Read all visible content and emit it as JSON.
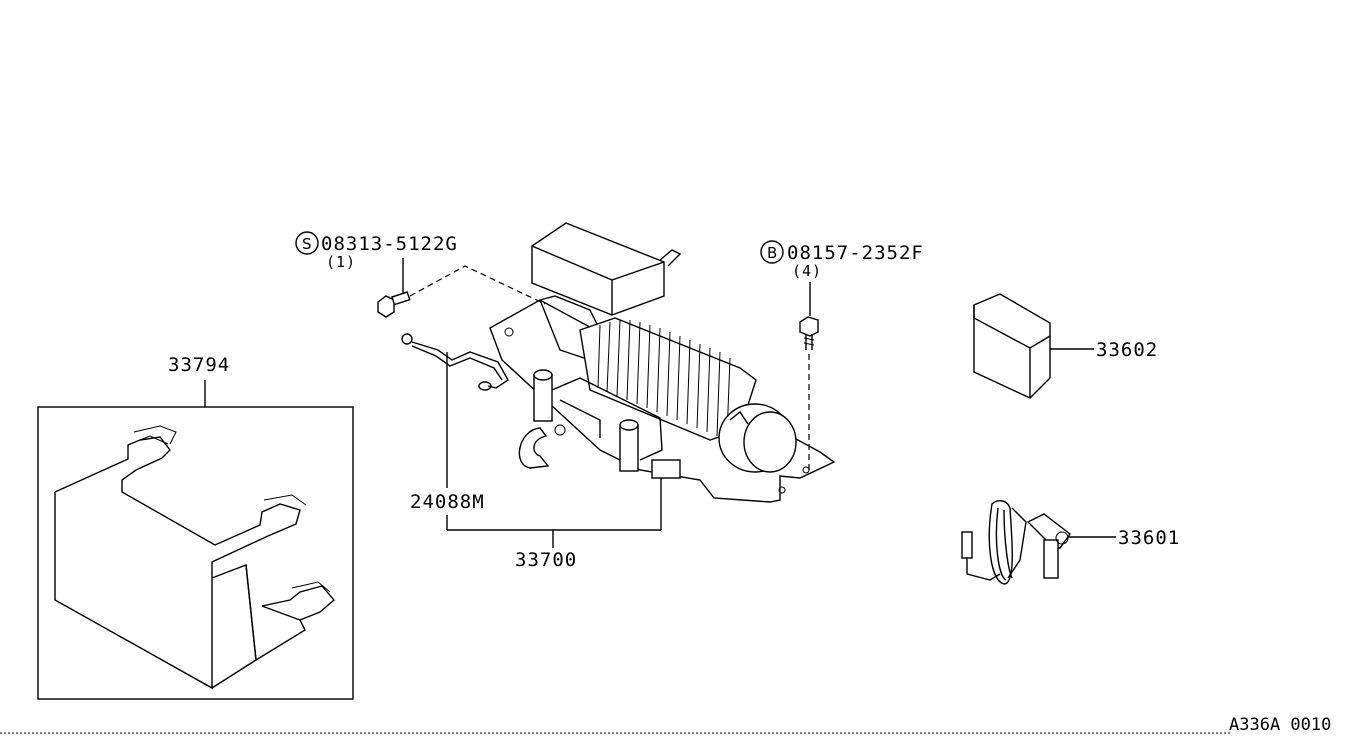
{
  "parts": {
    "bolt_s": {
      "symbol": "S",
      "code": "08313-5122G",
      "qty": "(1)"
    },
    "bolt_b": {
      "symbol": "B",
      "code": "08157-2352F",
      "qty": "(4)"
    },
    "cover": {
      "number": "33794"
    },
    "cable": {
      "number": "24088M"
    },
    "winch": {
      "number": "33700"
    },
    "bag": {
      "number": "33602"
    },
    "remote": {
      "number": "33601"
    }
  },
  "diagram_code": "A336A 0010"
}
